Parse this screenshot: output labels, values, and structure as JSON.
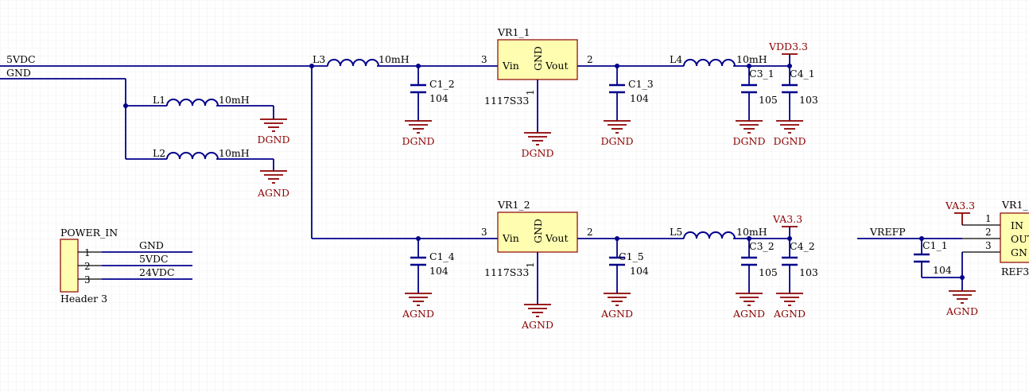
{
  "nets": {
    "v5": "5VDC",
    "gnd": "GND",
    "vdd33": "VDD3.3",
    "va33": "VA3.3",
    "vrefp": "VREFP"
  },
  "grounds": {
    "dgnd": "DGND",
    "agnd": "AGND"
  },
  "inductors": {
    "l1": {
      "ref": "L1",
      "value": "10mH"
    },
    "l2": {
      "ref": "L2",
      "value": "10mH"
    },
    "l3": {
      "ref": "L3",
      "value": "10mH"
    },
    "l4": {
      "ref": "L4",
      "value": "10mH"
    },
    "l5": {
      "ref": "L5",
      "value": "10mH"
    }
  },
  "capacitors": {
    "c1_2": {
      "ref": "C1_2",
      "value": "104"
    },
    "c1_3": {
      "ref": "C1_3",
      "value": "104"
    },
    "c3_1": {
      "ref": "C3_1",
      "value": "105"
    },
    "c4_1": {
      "ref": "C4_1",
      "value": "103"
    },
    "c1_4": {
      "ref": "C1_4",
      "value": "104"
    },
    "c1_5": {
      "ref": "C1_5",
      "value": "104"
    },
    "c3_2": {
      "ref": "C3_2",
      "value": "105"
    },
    "c4_2": {
      "ref": "C4_2",
      "value": "103"
    },
    "c1_1": {
      "ref": "C1_1",
      "value": "104"
    }
  },
  "regulators": {
    "vr1_1": {
      "ref": "VR1_1",
      "part": "1117S33",
      "vin": "Vin",
      "gnd": "GND",
      "vout": "Vout",
      "pin_in": "3",
      "pin_out": "2",
      "pin_gnd": "1"
    },
    "vr1_2": {
      "ref": "VR1_2",
      "part": "1117S33",
      "vin": "Vin",
      "gnd": "GND",
      "vout": "Vout",
      "pin_in": "3",
      "pin_out": "2",
      "pin_gnd": "1"
    }
  },
  "header": {
    "ref": "POWER_IN",
    "part": "Header 3",
    "pins": [
      "1",
      "2",
      "3"
    ],
    "nets": [
      "GND",
      "5VDC",
      "24VDC"
    ]
  },
  "reference": {
    "ref": "VR1_",
    "part": "REF3",
    "pins": [
      "1",
      "2",
      "3"
    ],
    "labels": [
      "IN",
      "OUT",
      "GN"
    ]
  }
}
